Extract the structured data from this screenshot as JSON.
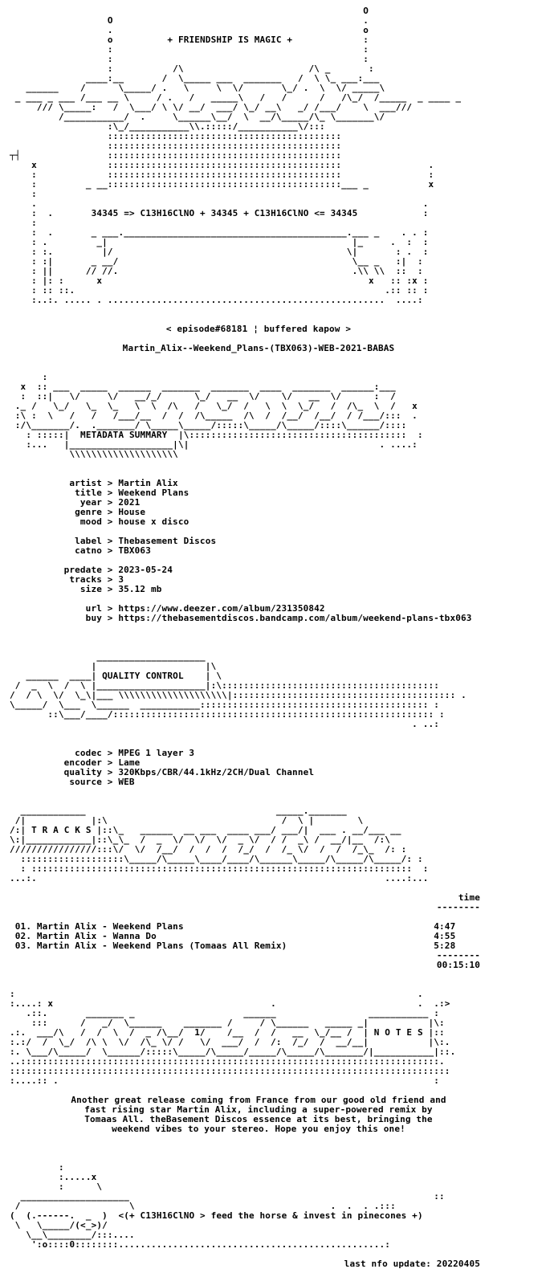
{
  "header_art": [
    "                                                                 O",
    "                  O                                              .",
    "                  .                                              o",
    "                  o          + FRIENDSHIP IS MAGIC +             :",
    "                  :                                              :",
    "                  :                                              :",
    "                  :           /\\                       /\\ _       :",
    "              ____:__       /  \\_____ ___  _______   /  \\ \\_ ___:___",
    "   ______    /      \\_____/ .   \\     \\  \\/       \\_/ .  \\  \\/ _____\\",
    " _ ___ _ ___ /___ __ \\     / .   /   _____\\   /   /      /   /\\_/  /_____  _ ____ _",
    "     /// \\_____:   /  \\___/ \\ \\/ __/  ___/ \\_/ __\\   _/ /___/    \\  ___///",
    "         /___________/  .     \\______\\__/  \\  __/\\_____/\\_ \\_______\\/",
    "                  :\\_/___________\\\\.:::::/___________\\/:::",
    "                  :::::::::::::::::::::::::::::::::::::::::::",
    "                  :::::::::::::::::::::::::::::::::::::::::::",
    "┬┤                :::::::::::::::::::::::::::::::::::::::::::",
    "    x             :::::::::::::::::::::::::::::::::::::::::::                .",
    "    :             :::::::::::::::::::::::::::::::::::::::::::                :",
    "    :         _ __:::::::::::::::::::::::::::::::::::::::::::___ _           x",
    "    :",
    "    .                                                                       .",
    "    :  .       34345 => C13H16ClNO + 34345 + C13H16ClNO <= 34345            :",
    "    :",
    "    :  .       _ ___._________________________________________.___ _    . . :",
    "    : .         _|                                             |_     .  :  :",
    "    : :.         |/                                           \\|       : .  :",
    "    : :|       _ __/                                           \\__ _   :|  :",
    "    : ||      // //.                                           .\\\\ \\\\  ::  :",
    "    : |: :      x                                                 x   :: :x :",
    "    : :: ::.                                                         .:: :: :",
    "    :..:. ..... . ...................................................  ....:"
  ],
  "episode_line": "< episode#68181 ¦ buffered kapow >",
  "release_name": "Martin_Alix--Weekend_Plans-(TBX063)-WEB-2021-BABAS",
  "metadata_art": [
    "      :",
    "  x  :: ___  _____  ______  _______  _______  ____  _______  ______:___",
    "  :  ::|   \\/     \\/   __/_/      \\_/   __  \\/    \\/   __  \\/      :  /",
    " ._ /   \\_/   \\_  \\_   \\  \\  /\\   /   \\_/  /   \\  \\  \\_/   /  /\\_  \\  /   x",
    " :\\ :  \\   /   /   /___/__  /  /  /\\_____  /\\  /  /__/  /__/  / /___/:::  .",
    " :/\\_______/.  ._______/ \\_____\\_____/:::::\\_____/\\_____/::::\\______/::::",
    "   : :::::|  METADATA SUMMARY  |\\::::::::::::::::::::::::::::::::::::::::  :",
    "   :...   |___________________|\\|                                   . ....:",
    "           \\\\\\\\\\\\\\\\\\\\\\\\\\\\\\\\\\\\\\\\"
  ],
  "metadata": {
    "artist": "Martin Alix",
    "title": "Weekend Plans",
    "year": "2021",
    "genre": "House",
    "mood": "house x disco",
    "label": "Thebasement Discos",
    "catno": "TBX063",
    "predate": "2023-05-24",
    "tracks": "3",
    "size": "35.12 mb",
    "url": "https://www.deezer.com/album/231350842",
    "buy": "https://thebasementdiscos.bandcamp.com/album/weekend-plans-tbx063"
  },
  "metadata_keys": {
    "artist": "artist",
    "title": "title",
    "year": "year",
    "genre": "genre",
    "mood": "mood",
    "label": "label",
    "catno": "catno",
    "predate": "predate",
    "tracks": "tracks",
    "size": "size",
    "url": "url",
    "buy": "buy"
  },
  "separator": ">",
  "quality_art": [
    "                ____________________",
    "               |                    |\\",
    "   ______  ____| QUALITY CONTROL    | \\",
    " /  _  \\  /  \\ |____________________|:\\::::::::::::::::::::::::::::::::::::::::",
    "/  / \\  \\/  \\_\\|___ \\\\\\\\\\\\\\\\\\\\\\\\\\\\\\\\\\\\\\\\|::::::::::::::::::::::::::::::::::::::::: .",
    "\\_____/  \\___  \\______  ___________:::::::::::::::::::::::::::::::::::::::::: :",
    "       ::\\___/____/::::::::::::::::::::::::::::::::::::::::::::::::::::::::::: :",
    "                                                                          . ..:"
  ],
  "quality": {
    "codec": "MPEG 1 layer 3",
    "encoder": "Lame",
    "quality": "320Kbps/CBR/44.1kHz/2CH/Dual Channel",
    "source": "WEB"
  },
  "quality_keys": {
    "codec": "codec",
    "encoder": "encoder",
    "quality": "quality",
    "source": "source"
  },
  "tracks_art": [
    "  ____________                                   _____._______",
    " /|            |:\\                                /  \\ |        \\",
    "/:| T R A C K S |::\\_   ______  __ ___  ____ ___/ ___/|  ___ . __/___ __",
    "\\:|____________|::\\_\\_  /  _  \\/  \\/  \\/  _ \\/  / /  _\\ /  __/|__  /:\\",
    "////////////////:::\\/  \\/  /__/  /  /  /  /_/  /  /_ \\/  /  /  /_\\_  /: :",
    "  :::::::::::::::::::\\_____/\\_____\\____/____/\\______\\_____/\\_____/\\_____/: :",
    "  : ::::::::::::::::::::::::::::::::::::::::::::::::::::::::::::::::::::::  :",
    "...:.                                                                ....:..."
  ],
  "tracks": {
    "time_header": "time",
    "rule": "--------",
    "items": [
      {
        "num": "01.",
        "title": "Martin Alix - Weekend Plans",
        "time": "4:47"
      },
      {
        "num": "02.",
        "title": "Martin Alix - Wanna Do",
        "time": "4:55"
      },
      {
        "num": "03.",
        "title": "Martin Alix - Weekend Plans (Tomaas All Remix)",
        "time": "5:28"
      }
    ],
    "total": "00:15:10"
  },
  "notes_art": [
    ":                                                                          .",
    ":....: x                                        .                          .  .:>",
    "   .::.       _______ _                    ______                 ___________ :",
    "    :::      /   _/  \\______    _______ /     / \\______   _____ _|           |\\:",
    ".:.  ___/\\   /  /  \\  /  _ /\\__/  1/    /__  /  /   __  \\_/__ /  | N O T E S |::",
    ":.:/  /  \\_/  /\\ \\  \\/  /\\_ \\/ /   \\/  ___/  /  /:  /_/  /  __/__|           |\\:.",
    ":. \\___/\\_____/  \\______/:::::\\_____/\\_____/_____/\\_____/\\_______/|___________|::.",
    "..:::::::::::::::::::::::::::::::::::::::::::::::::::::::::::::::::::::::::::::.",
    ":::::::::::::::::::::::::::::::::::::::::::::::::::::::::::::::::::::::::::::::::",
    ":....:: .                                                                     :"
  ],
  "notes": [
    "Another great release coming from France from our good old friend and",
    "fast rising star Martin Alix, including a super-powered remix by",
    "Tomaas All. theBasement Discos essence at its best, bringing the",
    "weekend vibes to your stereo. Hope you enjoy this one!"
  ],
  "footer_art": [
    "         :",
    "         :.....x",
    "         :      \\",
    "  ____________________                                                        ::",
    " /                    \\                                    .  .  . .:::",
    "(  (.------.  _  )  <(+ C13H16ClNO > feed the horse & invest in pinecones +)",
    " \\   \\_____/(<_>)/",
    "   \\__\\________/:::....",
    "    ':o::::0::::::::.................................................:"
  ],
  "footer_update": "last nfo update: 20220405"
}
